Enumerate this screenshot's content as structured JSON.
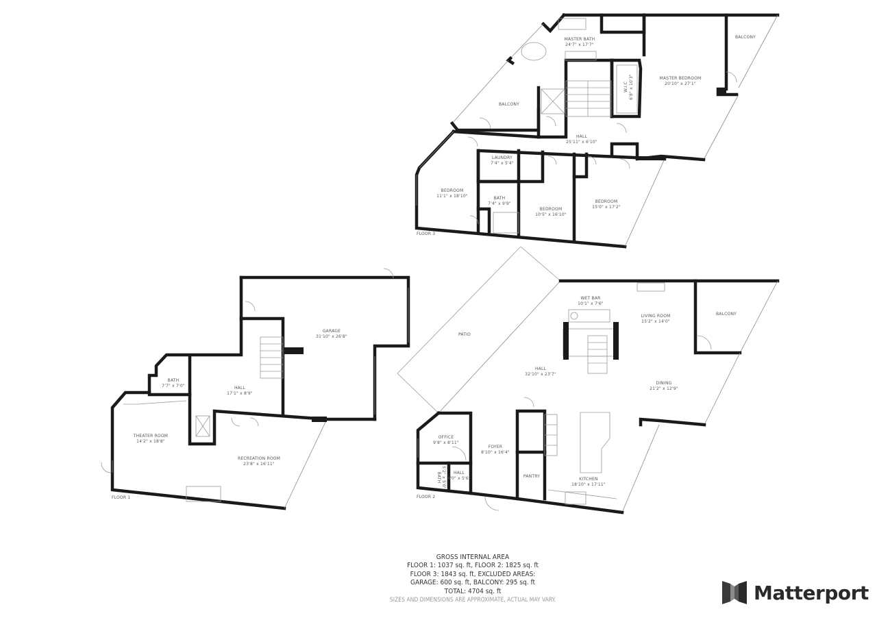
{
  "floors": {
    "floor_3": {
      "label": "FLOOR 3",
      "rooms": {
        "master_bath": {
          "name": "MASTER BATH",
          "dims": "24'7\" x 17'7\""
        },
        "balcony_left": {
          "name": "BALCONY",
          "dims": ""
        },
        "wic": {
          "name": "W.I.C",
          "dims": "6'8\" x 10'3\""
        },
        "master_bedroom": {
          "name": "MASTER BEDROOM",
          "dims": "20'10\" x 27'1\""
        },
        "balcony_right": {
          "name": "BALCONY",
          "dims": ""
        },
        "hall": {
          "name": "HALL",
          "dims": "25'11\" x 6'10\""
        },
        "laundry": {
          "name": "LAUNDRY",
          "dims": "7'4\" x 5'4\""
        },
        "bedroom_1": {
          "name": "BEDROOM",
          "dims": "11'1\" x 18'10\""
        },
        "bath": {
          "name": "BATH",
          "dims": "7'4\" x 9'9\""
        },
        "bedroom_2": {
          "name": "BEDROOM",
          "dims": "10'5\" x 16'10\""
        },
        "bedroom_3": {
          "name": "BEDROOM",
          "dims": "15'0\" x 17'2\""
        }
      }
    },
    "floor_1": {
      "label": "FLOOR 1",
      "rooms": {
        "garage": {
          "name": "GARAGE",
          "dims": "31'10\" x 26'8\""
        },
        "bath": {
          "name": "BATH",
          "dims": "7'7\" x 7'0\""
        },
        "hall": {
          "name": "HALL",
          "dims": "17'1\" x 8'9\""
        },
        "theater": {
          "name": "THEATER ROOM",
          "dims": "14'2\" x 18'8\""
        },
        "recreation": {
          "name": "RECREATION ROOM",
          "dims": "23'8\" x 16'11\""
        }
      }
    },
    "floor_2": {
      "label": "FLOOR 2",
      "rooms": {
        "patio": {
          "name": "PATIO",
          "dims": ""
        },
        "wet_bar": {
          "name": "WET BAR",
          "dims": "10'1\" x 7'6\""
        },
        "living": {
          "name": "LIVING ROOM",
          "dims": "15'2\" x 14'0\""
        },
        "balcony": {
          "name": "BALCONY",
          "dims": ""
        },
        "hall": {
          "name": "HALL",
          "dims": "32'10\" x 23'7\""
        },
        "dining": {
          "name": "DINING",
          "dims": "21'2\" x 12'9\""
        },
        "office": {
          "name": "OFFICE",
          "dims": "9'8\" x 8'11\""
        },
        "foyer": {
          "name": "FOYER",
          "dims": "8'10\" x 16'4\""
        },
        "bath": {
          "name": "BATH",
          "dims": "5'2\" x 5'0\""
        },
        "hall_small": {
          "name": "HALL",
          "dims": "4'0\" x 5'6\""
        },
        "pantry": {
          "name": "PANTRY",
          "dims": ""
        },
        "kitchen": {
          "name": "KITCHEN",
          "dims": "18'10\" x 17'11\""
        }
      }
    }
  },
  "summary": {
    "title": "GROSS INTERNAL AREA",
    "line1": "FLOOR 1: 1037 sq. ft, FLOOR 2: 1825 sq. ft",
    "line2": "FLOOR 3: 1843 sq. ft, EXCLUDED AREAS:",
    "line3": "GARAGE: 600 sq. ft, BALCONY: 295 sq. ft",
    "line4": "TOTAL: 4704 sq. ft",
    "disclaimer": "SIZES AND DIMENSIONS ARE APPROXIMATE, ACTUAL MAY VARY."
  },
  "brand": {
    "name": "Matterport",
    "logo_icon": "matterport-logo-icon"
  }
}
